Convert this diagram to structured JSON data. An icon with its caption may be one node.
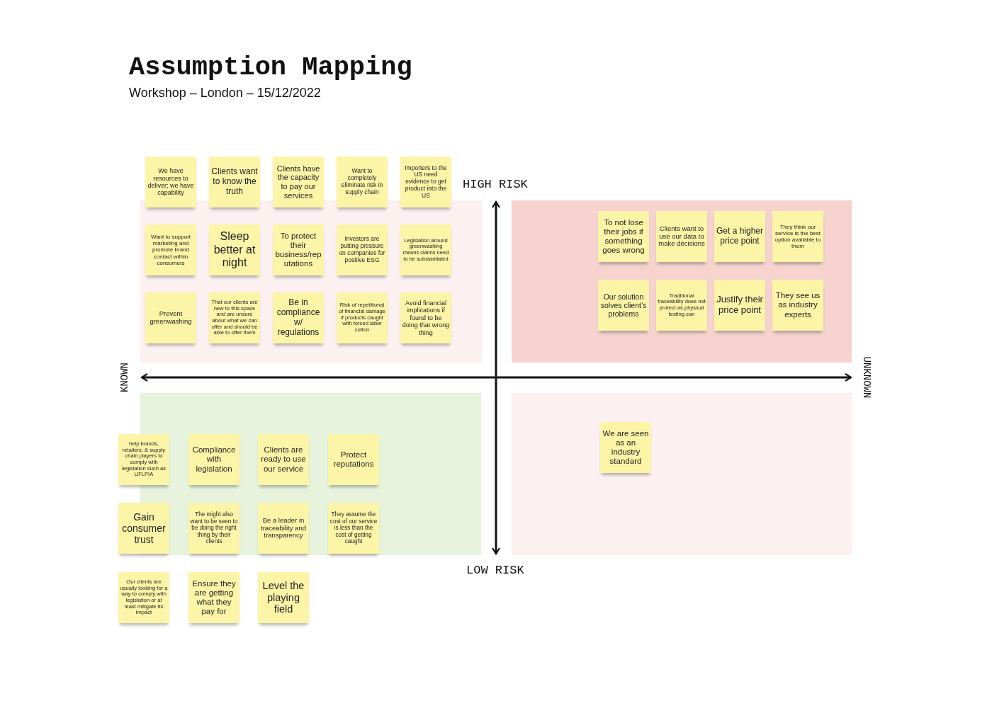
{
  "diagram": {
    "title": "Assumption Mapping",
    "caption": "Workshop – London – 15/12/2022",
    "nodes": [
      {
        "text": [
          "We have resources to deliver; we have capability"
        ]
      },
      {
        "text": [
          "Clients want to know the truth"
        ]
      },
      {
        "text": [
          "Clients have the capacity to pay our services"
        ]
      },
      {
        "text": [
          "Want to completely eliminate risk in supply chain"
        ]
      },
      {
        "text": [
          "Importers to the US need evidence to get product into the US"
        ]
      },
      {
        "text": [
          "Want to support marketing and promote brand contact within consumers"
        ]
      },
      {
        "text": [
          "Sleep better at night"
        ]
      },
      {
        "text": [
          "To protect their business/reputations"
        ]
      },
      {
        "text": [
          "Investors are putting pressure on companies for positive ESG"
        ]
      },
      {
        "text": [
          "Legislation around greenwashing means claims need to be substantiated"
        ]
      },
      {
        "text": [
          "Prevent greenwashing"
        ]
      },
      {
        "text": [
          "That our clients are new to this space and are unsure about what we can offer and should be able to offer them"
        ]
      },
      {
        "text": [
          "Be in compliance w/ regulations"
        ]
      },
      {
        "text": [
          "Risk of repetitional of financial damage if products caught with forced labor cotton"
        ]
      },
      {
        "text": [
          "Avoid financial implications if found to be doing that wrong thing"
        ]
      },
      {
        "text": [
          "To not lose their jobs if something goes wrong"
        ]
      },
      {
        "text": [
          "Clients want to use our data to make decisions"
        ]
      },
      {
        "text": [
          "Get a higher price point"
        ]
      },
      {
        "text": [
          "They think our service is the best option available to them"
        ]
      },
      {
        "text": [
          "Our solution solves client’s problems"
        ]
      },
      {
        "text": [
          "Traditional traceability does not protect as physical testing can"
        ]
      },
      {
        "text": [
          "Justify their price point"
        ]
      },
      {
        "text": [
          "They see us as industry experts"
        ]
      },
      {
        "text": [
          "help brands, retailers, & supply chain players to comply with legislation such as UFLPIA"
        ]
      },
      {
        "text": [
          "Compliance with legislation"
        ]
      },
      {
        "text": [
          "Clients are ready to use our service"
        ]
      },
      {
        "text": [
          "Protect reputations"
        ]
      },
      {
        "text": [
          "Gain consumer trust"
        ]
      },
      {
        "text": [
          "The might also want to be seen to be doing the right thing by their clients"
        ]
      },
      {
        "text": [
          "Be a leader in traceability and transparency"
        ]
      },
      {
        "text": [
          "They assume the cost of our service is less than the cost of getting caught"
        ]
      },
      {
        "text": [
          "Our clients are usually looking for a way to comply with legislation or at least mitigate its impact"
        ]
      },
      {
        "text": [
          "Ensure they are getting what they pay for"
        ]
      },
      {
        "text": [
          "Level the playing field"
        ]
      },
      {
        "text": [
          "We are seen as an industry standard"
        ]
      }
    ],
    "labels": [
      "HIGH RISK",
      "KNOWN",
      "UNKNOWN",
      "LOW RISK"
    ]
  }
}
